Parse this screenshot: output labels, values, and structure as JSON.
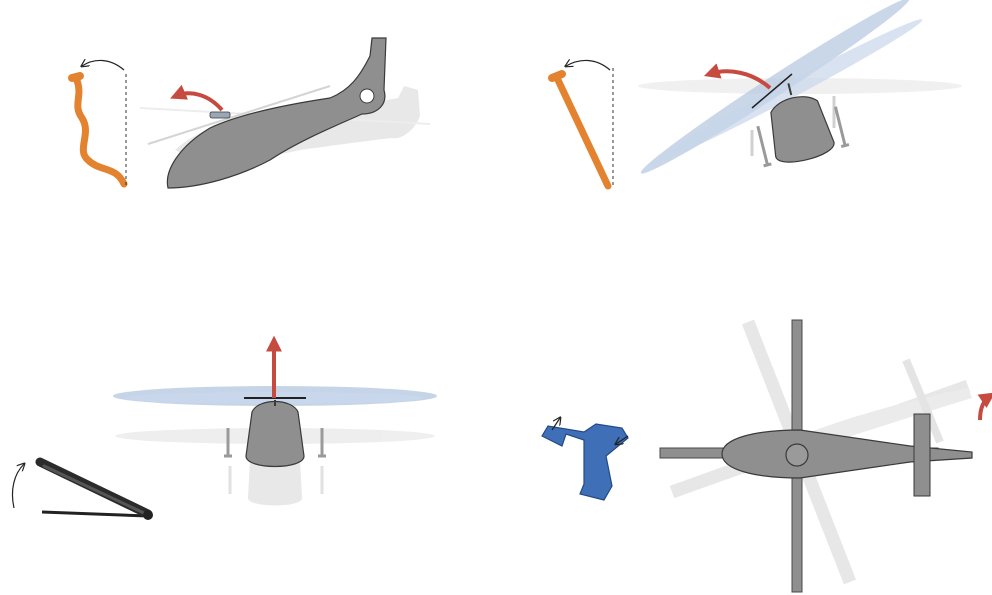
{
  "colors": {
    "background": "#ffffff",
    "fuselage": "#8f8f8f",
    "fuselage_stroke": "#3a3a3a",
    "ghost": "#e3e3e3",
    "rotor_blue": "#b8c9e2",
    "rotor_ghost": "#e6e6e6",
    "arrow_red": "#c64a3f",
    "orange_control": "#e3822f",
    "blue_control": "#3f6fb7",
    "dark_control": "#2b2b2b",
    "guide_line": "#333333"
  },
  "panels": [
    {
      "id": "pitch",
      "maneuver": "pitch",
      "control": "cyclic-stick",
      "control_color": "orange"
    },
    {
      "id": "roll",
      "maneuver": "roll",
      "control": "cyclic-stick",
      "control_color": "orange"
    },
    {
      "id": "lift",
      "maneuver": "vertical-lift",
      "control": "collective-lever",
      "control_color": "dark"
    },
    {
      "id": "yaw",
      "maneuver": "yaw",
      "control": "anti-torque-pedals",
      "control_color": "blue"
    }
  ],
  "icons": {
    "rotation_arrow": "curved-arrow-icon",
    "motion_arrow": "red-arrow-icon"
  }
}
